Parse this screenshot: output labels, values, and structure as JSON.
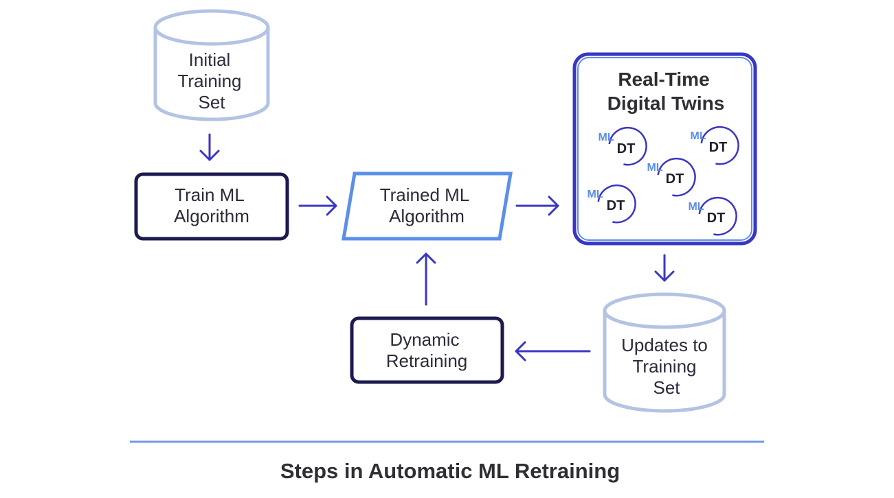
{
  "nodes": {
    "initial_training_set": [
      "Initial",
      "Training",
      "Set"
    ],
    "train_ml_algorithm": [
      "Train ML",
      "Algorithm"
    ],
    "trained_ml_algorithm": [
      "Trained ML",
      "Algorithm"
    ],
    "real_time_digital_twins": {
      "title": [
        "Real-Time",
        "Digital Twins"
      ],
      "instances": [
        {
          "ml": "ML",
          "dt": "DT"
        },
        {
          "ml": "ML",
          "dt": "DT"
        },
        {
          "ml": "ML",
          "dt": "DT"
        },
        {
          "ml": "ML",
          "dt": "DT"
        },
        {
          "ml": "ML",
          "dt": "DT"
        }
      ]
    },
    "updates_to_training_set": [
      "Updates to",
      "Training",
      "Set"
    ],
    "dynamic_retraining": [
      "Dynamic",
      "Retraining"
    ]
  },
  "caption": "Steps in Automatic ML Retraining",
  "colors": {
    "cylinder": "#b4c3e4",
    "dark_box": "#1c1a4e",
    "light_blue": "#5b8fe8",
    "arrow": "#3a36c4",
    "twin_border": "#3a36c4",
    "divider": "#6f9ae8"
  }
}
